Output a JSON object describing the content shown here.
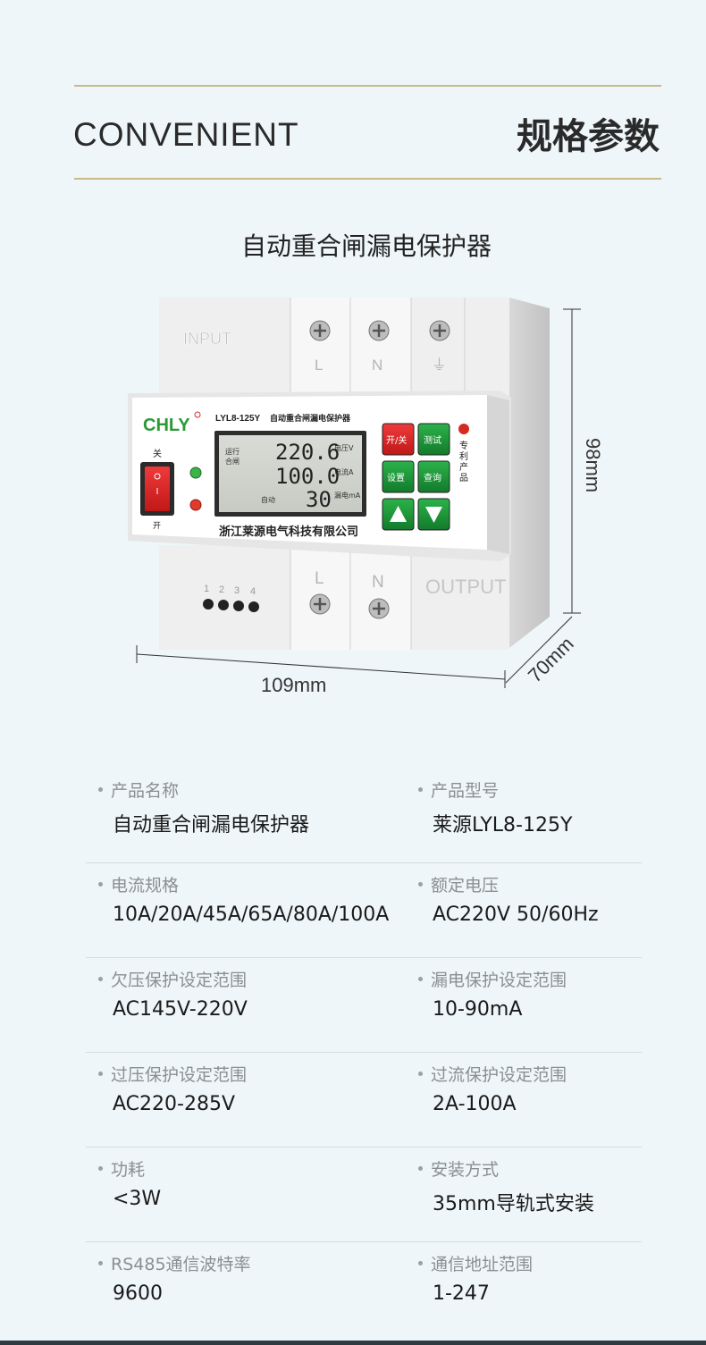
{
  "header": {
    "brand_en": "CONVENIENT",
    "brand_cn": "规格参数",
    "product_title": "自动重合闸漏电保护器"
  },
  "device": {
    "input_label": "INPUT",
    "output_label": "OUTPUT",
    "terminal_top": [
      "L",
      "N",
      "⏚"
    ],
    "terminal_bottom": [
      "L",
      "N"
    ],
    "comm_pins": [
      "1",
      "2",
      "3",
      "4"
    ],
    "logo": "CHLY",
    "model": "LYL8-125Y",
    "model_name": "自动重合闸漏电保护器",
    "switch_off": "关",
    "switch_on": "开",
    "lcd": {
      "status_1": "运行",
      "status_2": "合闸",
      "mode": "自动",
      "voltage": "220.6",
      "voltage_label": "电压V",
      "current": "100.0",
      "current_label": "电流A",
      "leakage": "30",
      "leakage_label": "漏电mA"
    },
    "buttons": [
      "开/关",
      "测试",
      "设置",
      "查询"
    ],
    "patent": [
      "专",
      "利",
      "产",
      "品"
    ],
    "company": "浙江莱源电气科技有限公司",
    "dim_width": "109mm",
    "dim_height": "98mm",
    "dim_depth": "70mm",
    "colors": {
      "red": "#e0262c",
      "green": "#1f9a3c",
      "logo_red": "#d62a20",
      "logo_green": "#2a9a35"
    }
  },
  "specs": [
    {
      "l_label": "产品名称",
      "l_value": "自动重合闸漏电保护器",
      "r_label": "产品型号",
      "r_value": "莱源LYL8-125Y"
    },
    {
      "l_label": "电流规格",
      "l_value": "10A/20A/45A/65A/80A/100A",
      "r_label": "额定电压",
      "r_value": "AC220V 50/60Hz"
    },
    {
      "l_label": "欠压保护设定范围",
      "l_value": "AC145V-220V",
      "r_label": "漏电保护设定范围",
      "r_value": "10-90mA"
    },
    {
      "l_label": "过压保护设定范围",
      "l_value": "AC220-285V",
      "r_label": "过流保护设定范围",
      "r_value": "2A-100A"
    },
    {
      "l_label": "功耗",
      "l_value": "<3W",
      "r_label": "安装方式",
      "r_value": "35mm导轨式安装"
    },
    {
      "l_label": "RS485通信波特率",
      "l_value": "9600",
      "r_label": "通信地址范围",
      "r_value": "1-247"
    }
  ]
}
